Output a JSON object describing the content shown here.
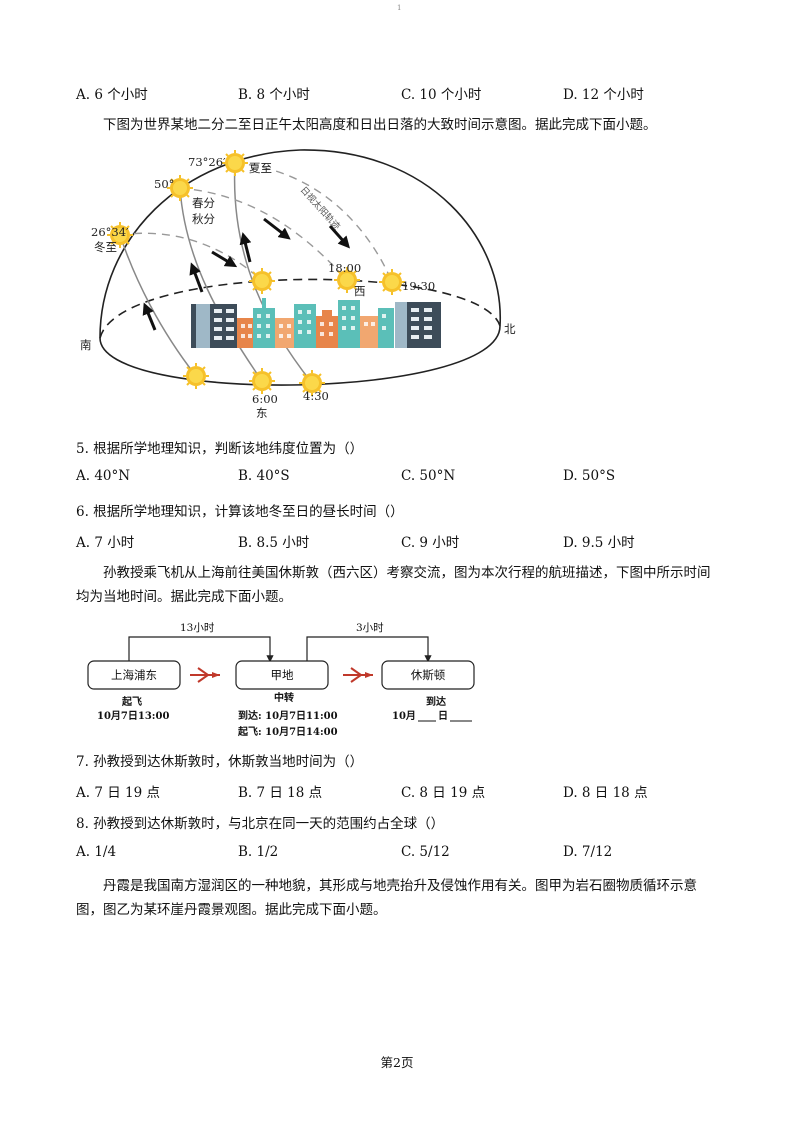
{
  "header": {
    "page_mark": "1"
  },
  "q4": {
    "options": [
      "A. 6 个小时",
      "B. 8 个小时",
      "C. 10 个小时",
      "D. 12 个小时"
    ]
  },
  "intro1": "下图为世界某地二分二至日正午太阳高度和日出日落的大致时间示意图。据此完成下面小题。",
  "figure1": {
    "labels": {
      "summer_angle": "73°26′",
      "summer": "夏至",
      "equinox_angle": "50°",
      "spring": "春分",
      "autumn": "秋分",
      "winter_angle": "26°34′",
      "winter": "冬至",
      "path_note": "日视太阳轨迹",
      "t1800": "18:00",
      "west": "西",
      "t1930": "19:30",
      "south": "南",
      "north": "北",
      "t600": "6:00",
      "east": "东",
      "t430": "4:30"
    }
  },
  "q5": {
    "stem": "5. 根据所学地理知识，判断该地纬度位置为（）",
    "options": [
      "A. 40°N",
      "B. 40°S",
      "C. 50°N",
      "D. 50°S"
    ]
  },
  "q6": {
    "stem": "6. 根据所学地理知识，计算该地冬至日的昼长时间（）",
    "options": [
      "A. 7 小时",
      "B. 8.5 小时",
      "C. 9 小时",
      "D. 9.5 小时"
    ]
  },
  "intro2": "孙教授乘飞机从上海前往美国休斯敦（西六区）考察交流，图为本次行程的航班描述，下图中所示时间均为当地时间。据此完成下面小题。",
  "figure2": {
    "dur1": "13小时",
    "dur2": "3小时",
    "box1": "上海浦东",
    "box2": "甲地",
    "box3": "休斯顿",
    "depart_label": "起飞",
    "depart_time": "10月7日13:00",
    "transfer_label": "中转",
    "arrive_a": "到达: 10月7日11:00",
    "depart_a": "起飞: 10月7日14:00",
    "arrive_label": "到达",
    "arrive_blank_month": "10月",
    "arrive_blank_day": "日"
  },
  "q7": {
    "stem": "7. 孙教授到达休斯敦时，休斯敦当地时间为（）",
    "options": [
      "A. 7 日 19 点",
      "B. 7 日 18 点",
      "C. 8 日 19 点",
      "D. 8 日 18 点"
    ]
  },
  "q8": {
    "stem": "8. 孙教授到达休斯敦时，与北京在同一天的范围约占全球（）",
    "options": [
      "A. 1/4",
      "B. 1/2",
      "C. 5/12",
      "D. 7/12"
    ]
  },
  "intro3": "丹霞是我国南方湿润区的一种地貌，其形成与地壳抬升及侵蚀作用有关。图甲为岩石圈物质循环示意图，图乙为某环崖丹霞景观图。据此完成下面小题。",
  "footer": {
    "page": "第2页"
  }
}
